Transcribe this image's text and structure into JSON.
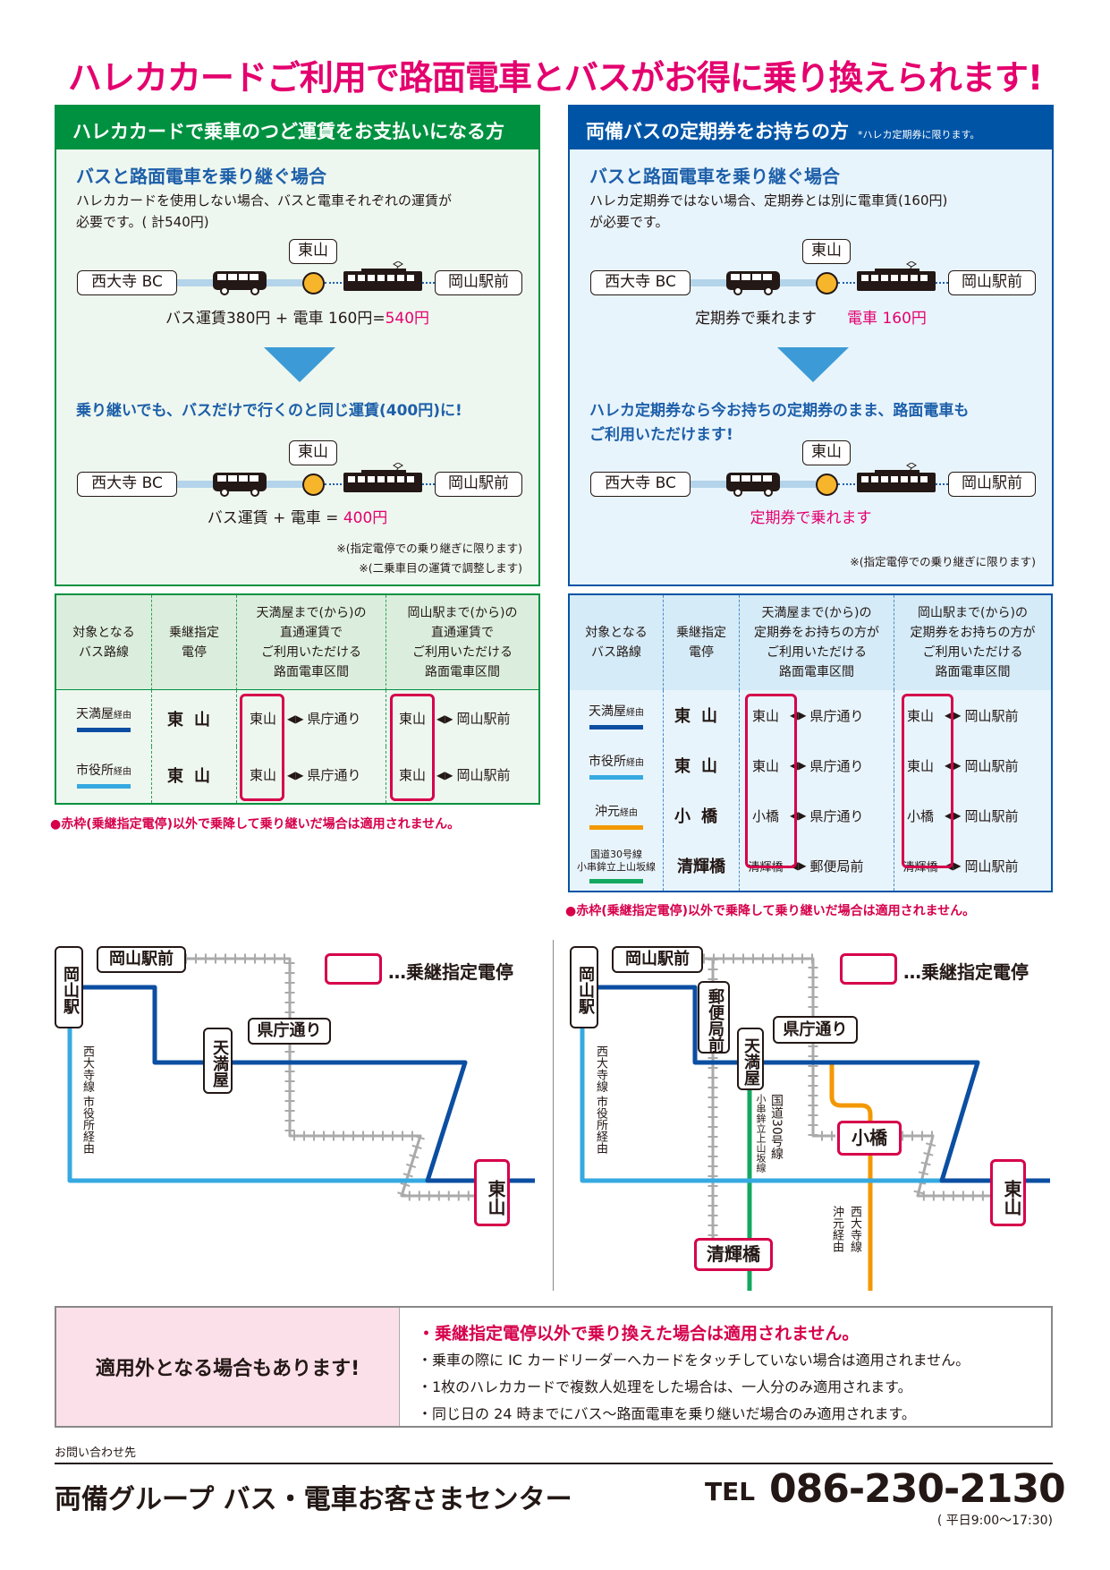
{
  "title": "ハレカカードご利用で路面電車とバスがお得に乗り換えられます!",
  "colors": {
    "title": "#e4006e",
    "left_accent": "#009140",
    "right_accent": "#0054a6",
    "transfer_stop_frame": "#d6004b"
  },
  "left_panel": {
    "header": "ハレカカードで乗車のつど運賃をお支払いになる方",
    "subheading": "バスと路面電車を乗り継ぐ場合",
    "body": [
      "ハレカカードを使用しない場合、バスと電車それぞれの運賃が",
      "必要です。( 計540円)"
    ],
    "diagram1": {
      "from": "西大寺 BC",
      "transfer": "東山",
      "to": "岡山駅前",
      "caption": "バス運賃380円 + 電車 160円=",
      "caption_highlight": "540円"
    },
    "highlight": [
      "乗り継いでも、バスだけで行くのと同じ運賃(400円)に!"
    ],
    "diagram2": {
      "from": "西大寺 BC",
      "transfer": "東山",
      "to": "岡山駅前",
      "caption": "バス運賃 + 電車 = ",
      "caption_highlight": "400円"
    },
    "notes": [
      "※(指定電停での乗り継ぎに限ります)",
      "※(二乗車目の運賃で調整します)"
    ]
  },
  "right_panel": {
    "header": "両備バスの定期券をお持ちの方",
    "header_note": "*ハレカ定期券に限ります。",
    "subheading": "バスと路面電車を乗り継ぐ場合",
    "body": [
      "ハレカ定期券ではない場合、定期券とは別に電車賃(160円)",
      "が必要です。"
    ],
    "diagram1": {
      "from": "西大寺 BC",
      "transfer": "東山",
      "to": "岡山駅前",
      "caption": "定期券で乗れます　　",
      "caption_highlight": "電車 160円"
    },
    "highlight": [
      "ハレカ定期券なら今お持ちの定期券のまま、路面電車も",
      "ご利用いただけます!"
    ],
    "diagram2": {
      "from": "西大寺 BC",
      "transfer": "東山",
      "to": "岡山駅前",
      "caption": "",
      "caption_highlight": "定期券で乗れます"
    },
    "notes": [
      "※(指定電停での乗り継ぎに限ります)"
    ]
  },
  "left_table": {
    "headers": [
      "対象となる\nバス路線",
      "乗継指定\n電停",
      "天満屋まで(から)の\n直通運賃で\nご利用いただける\n路面電車区間",
      "岡山駅まで(から)の\n直通運賃で\nご利用いただける\n路面電車区間"
    ],
    "rows": [
      {
        "route": "天満屋",
        "suffix": "経由",
        "color": "#0b4ea2",
        "stop": "東山",
        "a_from": "東山",
        "a_to": "県庁通り",
        "b_from": "東山",
        "b_to": "岡山駅前"
      },
      {
        "route": "市役所",
        "suffix": "経由",
        "color": "#36a9e1",
        "stop": "東山",
        "a_from": "東山",
        "a_to": "県庁通り",
        "b_from": "東山",
        "b_to": "岡山駅前"
      }
    ],
    "warning": "●赤枠(乗継指定電停)以外で乗降して乗り継いだ場合は適用されません。"
  },
  "right_table": {
    "headers": [
      "対象となる\nバス路線",
      "乗継指定\n電停",
      "天満屋まで(から)の\n定期券をお持ちの方が\nご利用いただける\n路面電車区間",
      "岡山駅まで(から)の\n定期券をお持ちの方が\nご利用いただける\n路面電車区間"
    ],
    "rows": [
      {
        "route": "天満屋",
        "suffix": "経由",
        "color": "#0b4ea2",
        "stop": "東山",
        "a_from": "東山",
        "a_to": "県庁通り",
        "b_from": "東山",
        "b_to": "岡山駅前"
      },
      {
        "route": "市役所",
        "suffix": "経由",
        "color": "#36a9e1",
        "stop": "東山",
        "a_from": "東山",
        "a_to": "県庁通り",
        "b_from": "東山",
        "b_to": "岡山駅前"
      },
      {
        "route": "沖元",
        "suffix": "経由",
        "color": "#f39800",
        "stop": "小橋",
        "a_from": "小橋",
        "a_to": "県庁通り",
        "b_from": "小橋",
        "b_to": "岡山駅前"
      },
      {
        "route": "国道30号線\n小串鉾立上山坂線",
        "suffix": "",
        "color": "#13a860",
        "stop": "清輝橋",
        "a_from": "清輝橋",
        "a_to": "郵便局前",
        "b_from": "清輝橋",
        "b_to": "岡山駅前"
      }
    ],
    "warning": "●赤枠(乗継指定電停)以外で乗降して乗り継いだ場合は適用されません。"
  },
  "arrow_glyph": "◀▶",
  "maps": {
    "legend": "…乗継指定電停",
    "left": {
      "okayama_station": "岡山駅",
      "okayama_ekimae": "岡山駅前",
      "tenmaya": "天満屋",
      "kencho": "県庁通り",
      "higashiyama": "東山",
      "route_label": "西大寺線 市役所経由"
    },
    "right": {
      "okayama_station": "岡山駅",
      "okayama_ekimae": "岡山駅前",
      "yubinkyoku": "郵便局前",
      "tenmaya": "天満屋",
      "kencho": "県庁通り",
      "kobashi": "小橋",
      "higashiyama": "東山",
      "seikibashi": "清輝橋",
      "route_label": "西大寺線 市役所経由",
      "route30": "国道30号線",
      "route_ogushi": "小串鉾立上山坂線",
      "saidaiji": "西大寺線",
      "okimoto": "沖元経由"
    },
    "line_colors": {
      "tenmaya": "#0b4ea2",
      "shiyakusho": "#36a9e1",
      "okimoto": "#f39800",
      "route30": "#13a860",
      "tram": "#aaaaaa"
    }
  },
  "exceptions": {
    "label": "適用外となる場合もあります!",
    "items": [
      "・乗継指定電停以外で乗り換えた場合は適用されません。",
      "・乗車の際に IC カードリーダーへカードをタッチしていない場合は適用されません。",
      "・1枚のハレカカードで複数人処理をした場合は、一人分のみ適用されます。",
      "・同じ日の 24 時までにバス～路面電車を乗り継いだ場合のみ適用されます。"
    ]
  },
  "contact": {
    "label": "お問い合わせ先",
    "name": "両備グループ バス・電車お客さまセンター",
    "tel_label": "TEL",
    "tel": "086-230-2130",
    "hours": "( 平日9:00～17:30)"
  }
}
